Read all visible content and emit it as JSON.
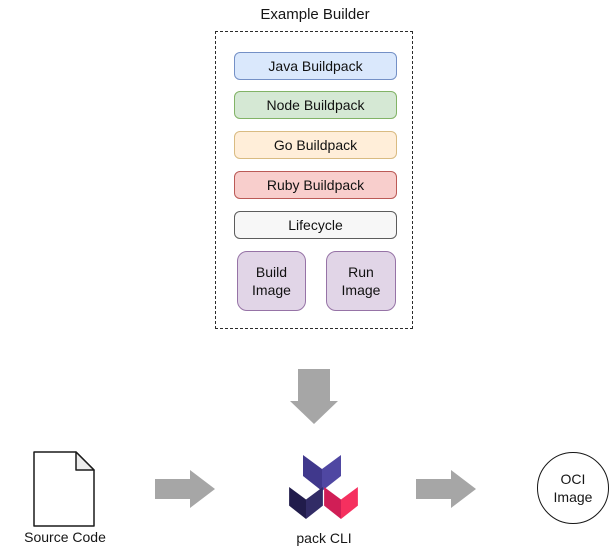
{
  "builder": {
    "title": "Example Builder",
    "buildpacks": [
      {
        "label": "Java Buildpack",
        "fill": "#dae8fc",
        "border": "#7490c6"
      },
      {
        "label": "Node Buildpack",
        "fill": "#d5e8d4",
        "border": "#82b366"
      },
      {
        "label": "Go Buildpack",
        "fill": "#ffeed9",
        "border": "#d9bb82"
      },
      {
        "label": "Ruby Buildpack",
        "fill": "#f8cecc",
        "border": "#bb5a56"
      }
    ],
    "lifecycle": {
      "label": "Lifecycle",
      "fill": "#f7f7f7",
      "border": "#5c5c5c"
    },
    "images": [
      {
        "lines": [
          "Build",
          "Image"
        ],
        "fill": "#e1d5e7",
        "border": "#9673a6"
      },
      {
        "lines": [
          "Run",
          "Image"
        ],
        "fill": "#e1d5e7",
        "border": "#9673a6"
      }
    ]
  },
  "flow": {
    "arrow_color": "#a6a6a6",
    "source_code": {
      "label": "Source Code",
      "icon": "document-icon",
      "fold_fill": "#ececec",
      "stroke": "#1a1a1a"
    },
    "pack_cli": {
      "label": "pack CLI",
      "icon": "buildpacks-logo-icon",
      "logo": {
        "top": {
          "left": "#40388c",
          "right": "#4f47a2"
        },
        "bottom_left": {
          "left": "#211c4b",
          "right": "#322c66"
        },
        "bottom_right": {
          "left": "#d01e56",
          "right": "#f5305f"
        }
      }
    },
    "oci_image": {
      "lines": [
        "OCI",
        "Image"
      ],
      "icon": "circle-node"
    }
  }
}
